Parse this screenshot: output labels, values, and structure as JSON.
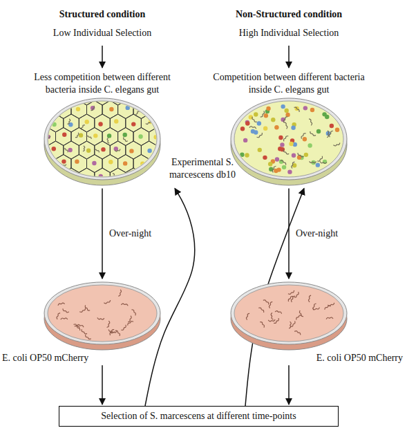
{
  "diagram": {
    "nodes": [
      {
        "text": [
          "Less competition between different bacteria inside C. elegans gut"
        ]
      },
      {
        "text": [
          "E. coli OP50 mCherry"
        ]
      },
      {
        "text": [
          "Competition between different bacteria inside C. elegans gut"
        ]
      },
      {
        "text": [
          "E. coli OP50 mCherry"
        ]
      },
      {
        "text": [
          "Selection of S. marcescens at different time-points"
        ]
      }
    ],
    "edges": [
      {
        "from": 0,
        "to": 1,
        "label": "Over-night",
        "arrow": "to"
      },
      {
        "from": 2,
        "to": 3,
        "label": "Over-night",
        "arrow": "to"
      },
      {
        "from": 1,
        "to": 4,
        "arrow": "to"
      },
      {
        "from": 3,
        "to": 4,
        "arrow": "to"
      },
      {
        "from": 4,
        "to": 0,
        "arrow": "to"
      },
      {
        "from": 4,
        "to": 2,
        "arrow": "to"
      }
    ],
    "labels": [
      "Structured condition",
      "Low Individual Selection",
      "Non-Structured condition",
      "High Individual Selection",
      "Experimental S. marcescens db10"
    ]
  }
}
